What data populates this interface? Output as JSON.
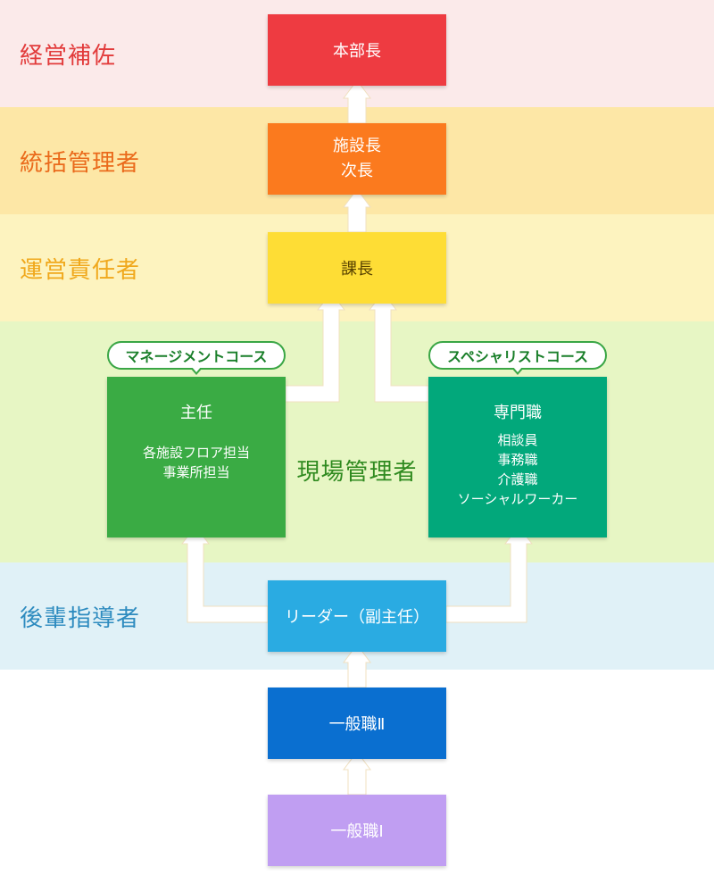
{
  "bands": [
    {
      "label": "経営補佐",
      "bg": "#fbeaea",
      "color": "#e23b3b"
    },
    {
      "label": "統括管理者",
      "bg": "#fde7a6",
      "color": "#ea6a1b"
    },
    {
      "label": "運営責任者",
      "bg": "#fdf3bf",
      "color": "#f0a81c"
    },
    {
      "label": "現場管理者",
      "bg": "#e7f6c4",
      "color": "#2f8a1f"
    },
    {
      "label": "後輩指導者",
      "bg": "#e0f1f7",
      "color": "#2d8bbf"
    }
  ],
  "boxes": {
    "honbucho": {
      "label": "本部長",
      "color": "#ee3b41"
    },
    "shisetsucho": {
      "line1": "施設長",
      "line2": "次長",
      "color": "#fb7a1e"
    },
    "kacho": {
      "label": "課長",
      "color": "#fedd35",
      "text_color": "#5a4400"
    },
    "shunin": {
      "title": "主任",
      "sub1": "各施設フロア担当",
      "sub2": "事業所担当",
      "color": "#3aab44"
    },
    "senmon": {
      "title": "専門職",
      "sub1": "相談員",
      "sub2": "事務職",
      "sub3": "介護職",
      "sub4": "ソーシャルワーカー",
      "color": "#02a87b"
    },
    "leader": {
      "label": "リーダー（副主任）",
      "color": "#2aabe2"
    },
    "ippan2": {
      "label": "一般職Ⅱ",
      "color": "#0a6fd0"
    },
    "ippan1": {
      "label": "一般職Ⅰ",
      "color": "#c09ef2"
    }
  },
  "courses": {
    "management": "マネージメントコース",
    "specialist": "スペシャリストコース"
  },
  "arrow_color": "#ffffff"
}
